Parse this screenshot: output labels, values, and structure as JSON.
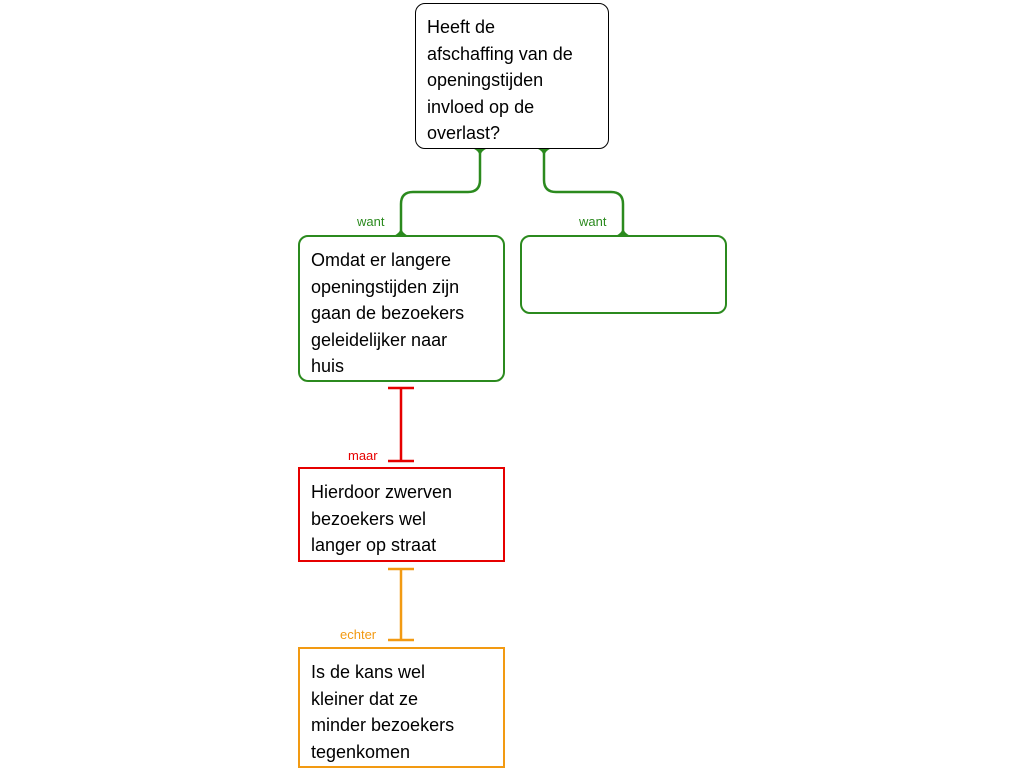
{
  "colors": {
    "supports": "#2b8a1e",
    "objects": "#e60000",
    "rebuts": "#f29a12",
    "question_border": "#000000"
  },
  "nodes": {
    "question": "Heeft de\nafschaffing van de\nopeningstijden\ninvloed op de\noverlast?",
    "reason_1": "Omdat er langere\nopeningstijden zijn\ngaan de bezoekers\ngeleidelijker naar\nhuis",
    "reason_2": "",
    "objection": "Hierdoor zwerven\nbezoekers wel\nlanger op straat",
    "rebuttal": "Is de kans wel\nkleiner dat ze\nminder bezoekers\ntegenkomen"
  },
  "edges": {
    "want_left": "want",
    "want_right": "want",
    "maar": "maar",
    "echter": "echter"
  }
}
